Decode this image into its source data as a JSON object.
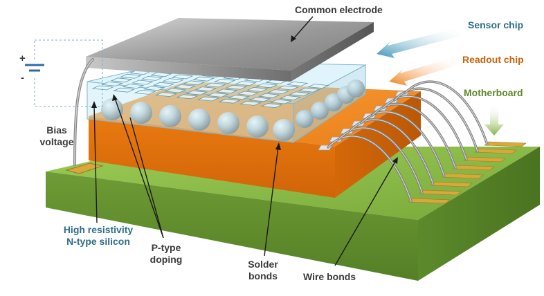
{
  "labels": {
    "common_electrode": "Common electrode",
    "sensor_chip": "Sensor chip",
    "readout_chip": "Readout chip",
    "motherboard": "Motherboard",
    "bias_voltage_line1": "Bias",
    "bias_voltage_line2": "voltage",
    "high_res_line1": "High resistivity",
    "high_res_line2": "N-type silicon",
    "p_type_line1": "P-type",
    "p_type_line2": "doping",
    "solder_line1": "Solder",
    "solder_line2": "bonds",
    "wire_bonds": "Wire bonds",
    "battery_plus": "+",
    "battery_minus": "-"
  },
  "colors": {
    "sensor_label": "#2e6e86",
    "readout_label": "#c8620e",
    "motherboard_label": "#5e8a2a",
    "silicon_label": "#2e6e86",
    "board_top": "#8cbd4a",
    "board_side": "#5f8c2c",
    "readout_top": "#f28a1d",
    "readout_side": "#d76a0c",
    "sensor_glass": "#bfe8f4",
    "gold_pad": "#d9a73a"
  }
}
